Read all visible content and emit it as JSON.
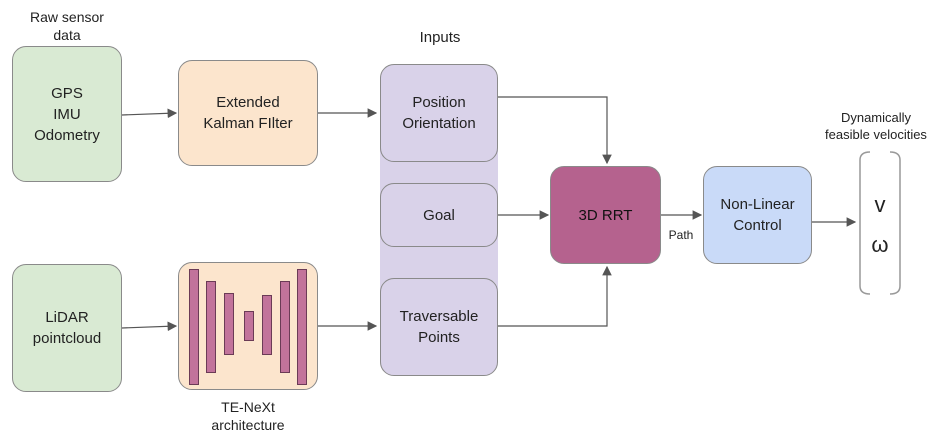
{
  "labels": {
    "raw_sensor": "Raw sensor\ndata",
    "inputs": "Inputs",
    "dynamic": "Dynamically\nfeasible velocities",
    "tenext": "TE-NeXt\narchitecture",
    "path": "Path"
  },
  "boxes": {
    "gps": "GPS\nIMU\nOdometry",
    "ekf": "Extended\nKalman FIlter",
    "position": "Position\nOrientation",
    "goal": "Goal",
    "rrt": "3D RRT",
    "control": "Non-Linear\nControl",
    "lidar": "LiDAR\npointcloud",
    "traversable": "Traversable\nPoints"
  },
  "outputs": {
    "v": "v",
    "omega": "ω"
  },
  "colors": {
    "sensor": "#d9ead3",
    "filter": "#fce5cd",
    "inputs": "#d9d2e9",
    "rrt": "#b5628e",
    "control": "#c9daf8",
    "layers": "#c2739b"
  }
}
